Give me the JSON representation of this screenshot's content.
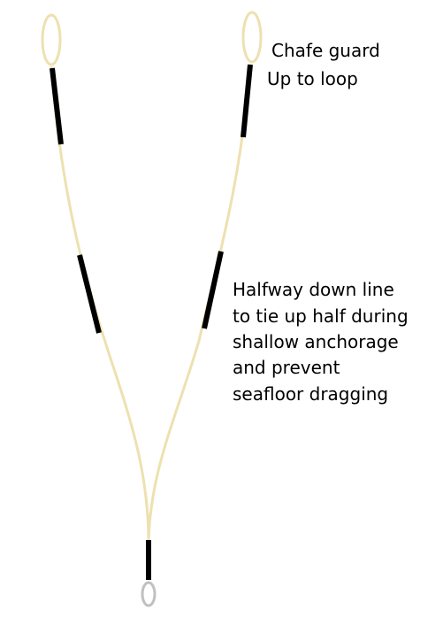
{
  "colors": {
    "rope": "#EDE1B0",
    "chafe_guard": "#000000",
    "end_ring": "#C0C0C0",
    "background": "#FFFFFF",
    "text": "#000000"
  },
  "labels": {
    "top_note": [
      "Chafe guard",
      "Up to loop"
    ],
    "middle_note": [
      "Halfway down line",
      "to tie up half during",
      "shallow anchorage",
      "and prevent",
      "seafloor dragging"
    ]
  }
}
